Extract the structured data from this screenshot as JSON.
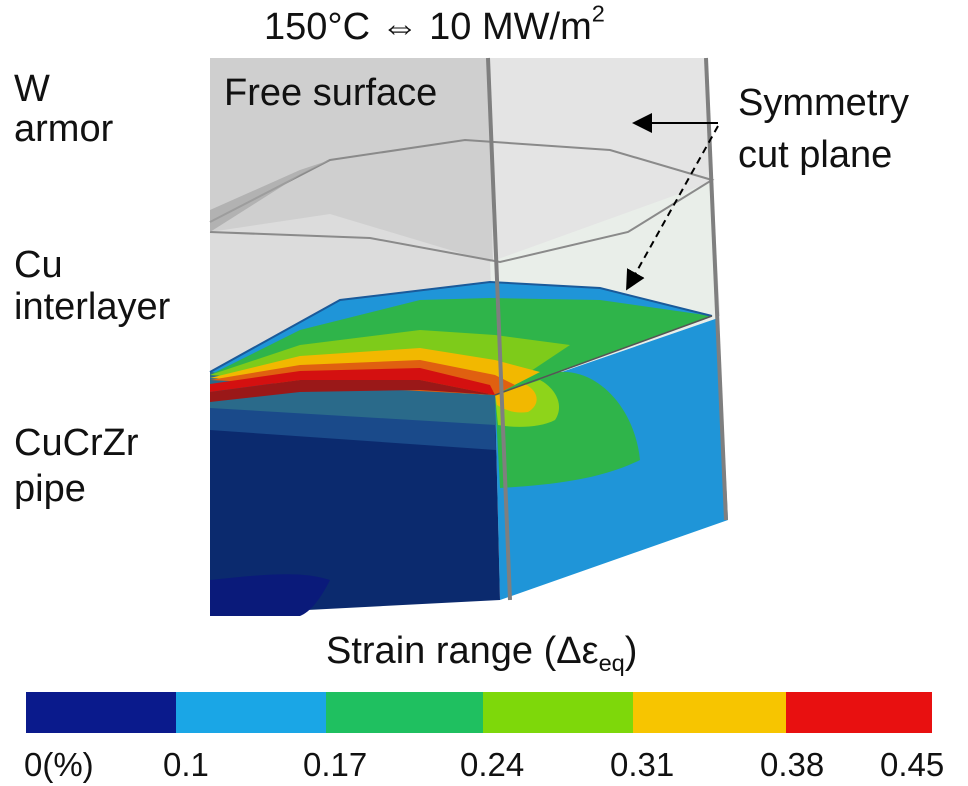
{
  "header": {
    "temperature": "150°C",
    "arrow": "⇔",
    "heat_flux": "10 MW/m",
    "heat_flux_exp": "2"
  },
  "labels": {
    "w_line1": "W",
    "w_line2": "armor",
    "free_surface": "Free surface",
    "sym_line1": "Symmetry",
    "sym_line2": "cut plane",
    "cu_line1": "Cu",
    "cu_line2": "interlayer",
    "cucrzr_line1": "CuCrZr",
    "cucrzr_line2": "pipe"
  },
  "legend": {
    "title_main": "Strain range (Δε",
    "title_sub": "eq",
    "title_close": ")",
    "ticks": [
      "0(%)",
      "0.1",
      "0.17",
      "0.24",
      "0.31",
      "0.38",
      "0.45"
    ],
    "colors": [
      "#0a1a8c",
      "#1aa6e6",
      "#1fc060",
      "#7ed80a",
      "#f7c500",
      "#e81010"
    ]
  }
}
